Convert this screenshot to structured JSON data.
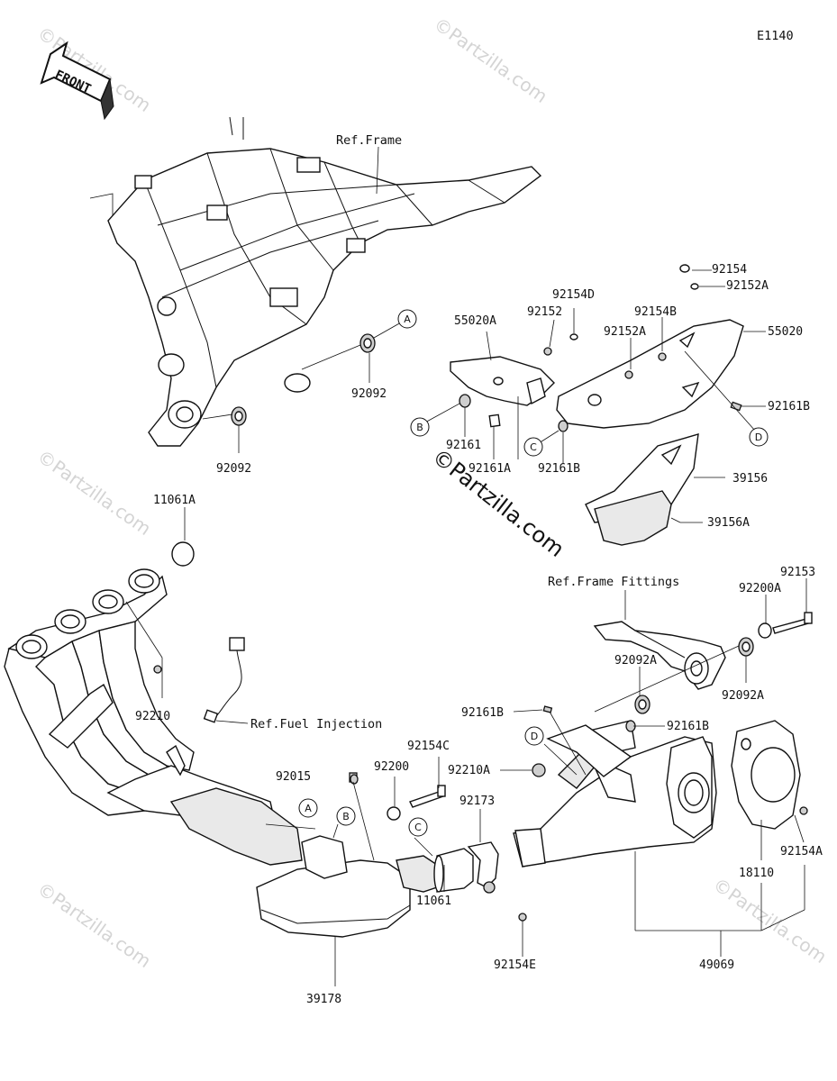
{
  "diagram_code": "E1140",
  "front_label": "FRONT",
  "watermark": "©Partzilla.com",
  "ref_labels": {
    "frame": "Ref.Frame",
    "frame_fittings": "Ref.Frame Fittings",
    "fuel_injection": "Ref.Fuel Injection"
  },
  "callouts": [
    "A",
    "B",
    "C",
    "D"
  ],
  "parts": {
    "p92154": "92154",
    "p92152A": "92152A",
    "p92154D": "92154D",
    "p92152": "92152",
    "p92154B": "92154B",
    "p55020A": "55020A",
    "p92152A_2": "92152A",
    "p55020": "55020",
    "p92161B_1": "92161B",
    "p92161": "92161",
    "p92161A": "92161A",
    "p92161B_2": "92161B",
    "p39156": "39156",
    "p39156A": "39156A",
    "p92092_1": "92092",
    "p92092_2": "92092",
    "p11061A": "11061A",
    "p92210": "92210",
    "p92153": "92153",
    "p92200A": "92200A",
    "p92092A_1": "92092A",
    "p92092A_2": "92092A",
    "p92161B_3": "92161B",
    "p92161B_4": "92161B",
    "p92154C": "92154C",
    "p92015": "92015",
    "p92200": "92200",
    "p92210A": "92210A",
    "p92173": "92173",
    "p92154A": "92154A",
    "p18110": "18110",
    "p11061": "11061",
    "p92154E": "92154E",
    "p49069": "49069",
    "p39178": "39178"
  }
}
